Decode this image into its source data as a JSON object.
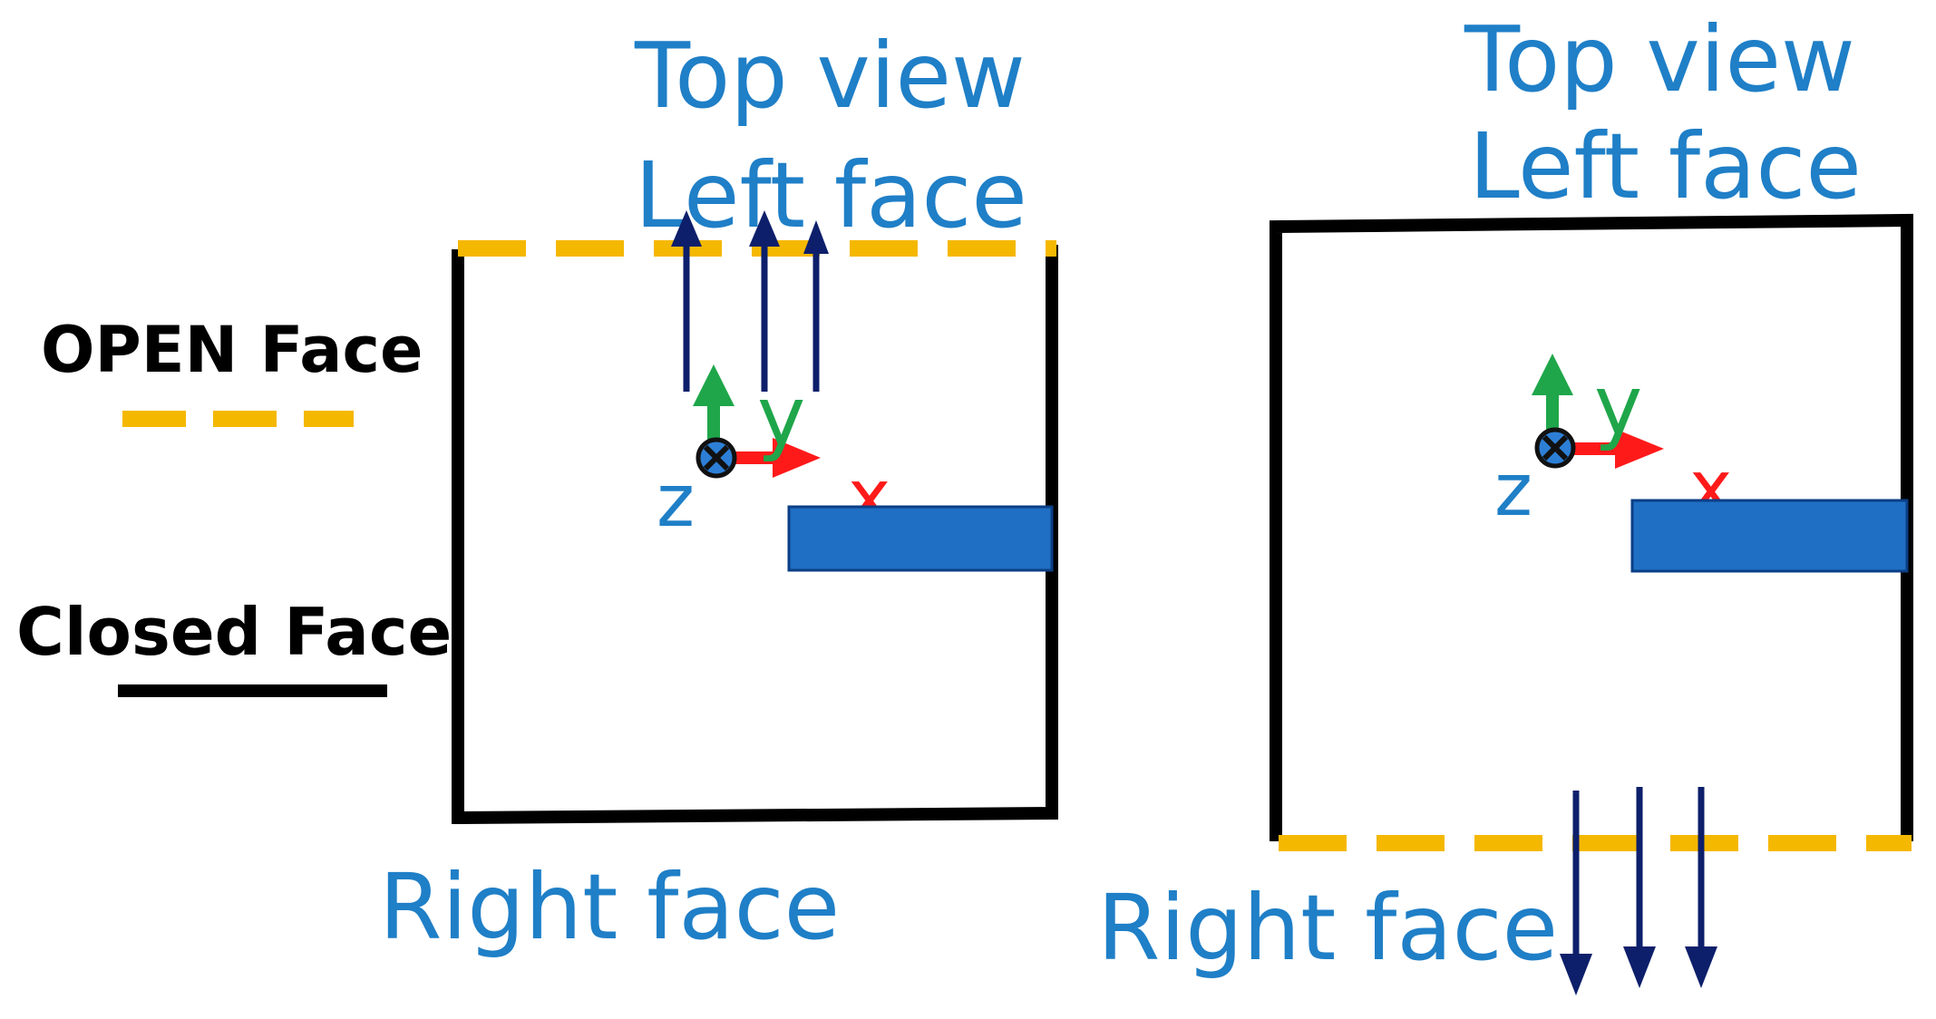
{
  "colors": {
    "label_blue": "#1f7fc7",
    "open_face_yellow": "#f5b800",
    "closed_face_black": "#000000",
    "flow_arrow_navy": "#0d1f6b",
    "y_axis_green": "#1fa64a",
    "x_axis_red": "#ff1a1a",
    "plate_blue": "#1f6fc4",
    "origin_marker_blue": "#2d7fd6"
  },
  "legend": {
    "open_face": "OPEN Face",
    "closed_face": "Closed Face"
  },
  "panels": [
    {
      "top_label_line1": "Top view",
      "top_label_line2": "Left face",
      "bottom_label": "Right face",
      "axis_x": "x",
      "axis_y": "y",
      "axis_z": "z",
      "open_side": "top",
      "flow_direction": "up"
    },
    {
      "top_label_line1": "Top view",
      "top_label_line2": "Left face",
      "bottom_label": "Right face",
      "axis_x": "x",
      "axis_y": "y",
      "axis_z": "z",
      "open_side": "bottom",
      "flow_direction": "down"
    }
  ]
}
